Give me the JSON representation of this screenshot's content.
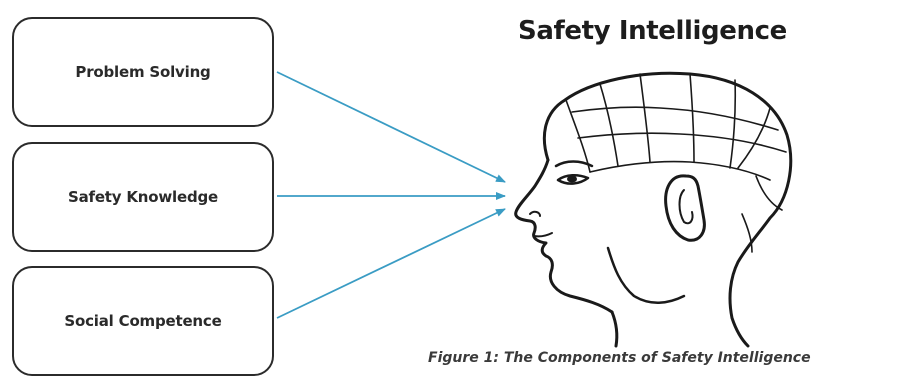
{
  "title": "Safety Intelligence",
  "components": [
    {
      "label": "Problem Solving"
    },
    {
      "label": "Safety Knowledge"
    },
    {
      "label": "Social Competence"
    }
  ],
  "caption": "Figure 1:  The Components of Safety Intelligence",
  "colors": {
    "arrow": "#3a9cc4",
    "box_border": "#2b2b2b",
    "head_line": "#1a1a1a"
  },
  "icons": {
    "head": "phrenology-head-icon"
  }
}
